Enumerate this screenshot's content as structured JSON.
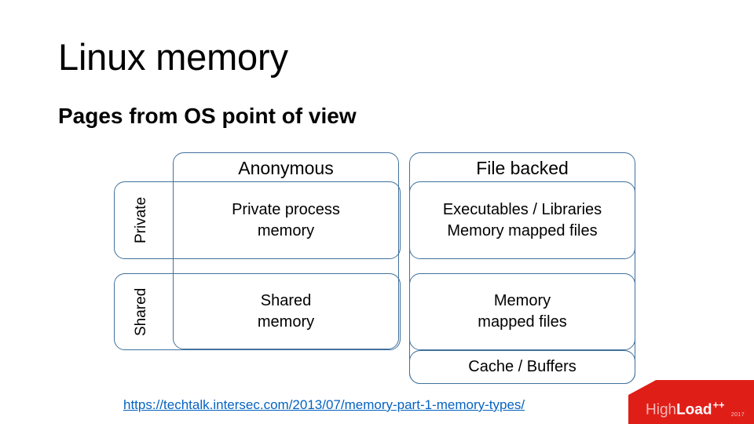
{
  "slide": {
    "title": "Linux memory",
    "subtitle": "Pages from OS point of view"
  },
  "diagram": {
    "columns": [
      {
        "key": "anonymous",
        "label": "Anonymous"
      },
      {
        "key": "file_backed",
        "label": "File backed"
      }
    ],
    "rows": [
      {
        "key": "private",
        "label": "Private"
      },
      {
        "key": "shared",
        "label": "Shared"
      }
    ],
    "cells": {
      "private_anonymous": "Private process\nmemory",
      "private_file_backed": "Executables / Libraries\nMemory mapped files",
      "shared_anonymous": "Shared\nmemory",
      "shared_file_backed": "Memory\nmapped files",
      "file_backed_extra": "Cache / Buffers"
    },
    "line_color": "#41719C"
  },
  "source": {
    "url_text": "https://techtalk.intersec.com/2013/07/memory-part-1-memory-types/",
    "link_color": "#0563C1"
  },
  "logo": {
    "part_high": "High",
    "part_load": "Load",
    "part_plus": "++",
    "year": "2017",
    "background_color": "#E01E18"
  }
}
